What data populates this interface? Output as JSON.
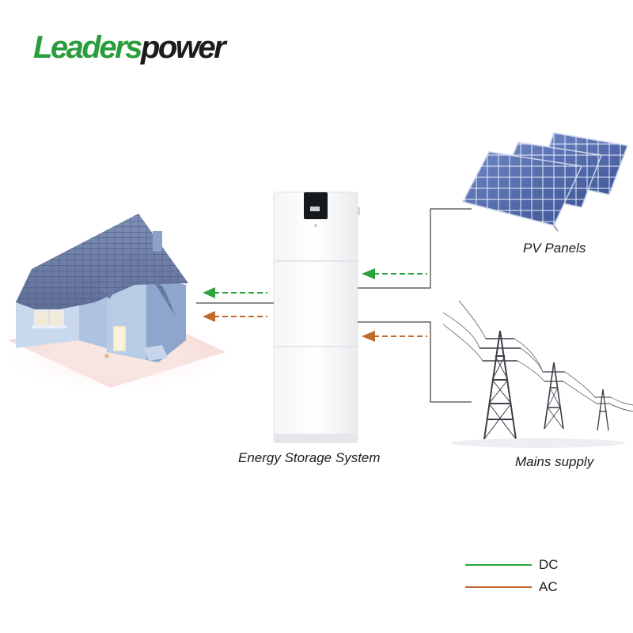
{
  "brand": {
    "part1": "Leaders",
    "part2": "power"
  },
  "labels": {
    "ess": "Energy Storage System",
    "pv": "PV Panels",
    "mains": "Mains supply"
  },
  "legend": [
    {
      "label": "DC",
      "color": "#2aa43c"
    },
    {
      "label": "AC",
      "color": "#c0692c"
    }
  ],
  "colors": {
    "brand_green": "#2a9c3c",
    "dc_arrow": "#2aa43c",
    "ac_arrow": "#c0692c",
    "connector_line": "#1a1a1a"
  },
  "icons": [
    "house-icon",
    "storage-cabinet-icon",
    "solar-panel-icon",
    "power-tower-icon"
  ]
}
